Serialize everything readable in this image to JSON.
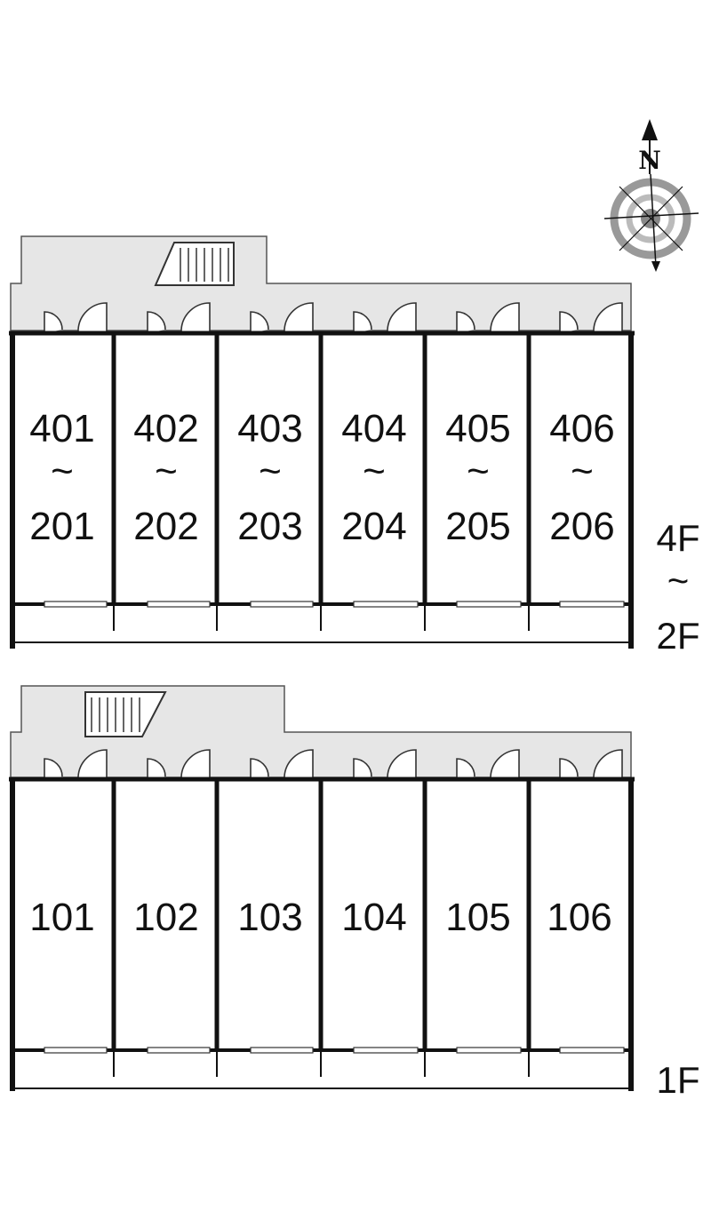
{
  "compass": {
    "north_label": "N"
  },
  "upper_block": {
    "rooms": [
      {
        "top": "401",
        "sep": "~",
        "bottom": "201"
      },
      {
        "top": "402",
        "sep": "~",
        "bottom": "202"
      },
      {
        "top": "403",
        "sep": "~",
        "bottom": "203"
      },
      {
        "top": "404",
        "sep": "~",
        "bottom": "204"
      },
      {
        "top": "405",
        "sep": "~",
        "bottom": "205"
      },
      {
        "top": "406",
        "sep": "~",
        "bottom": "206"
      }
    ],
    "floor_label": {
      "top": "4F",
      "sep": "~",
      "bottom": "2F"
    }
  },
  "lower_block": {
    "rooms": [
      "101",
      "102",
      "103",
      "104",
      "105",
      "106"
    ],
    "floor_label": "1F"
  },
  "colors": {
    "walkway": "#e6e6e6",
    "wall": "#111111",
    "compass_gray": "#999999"
  }
}
